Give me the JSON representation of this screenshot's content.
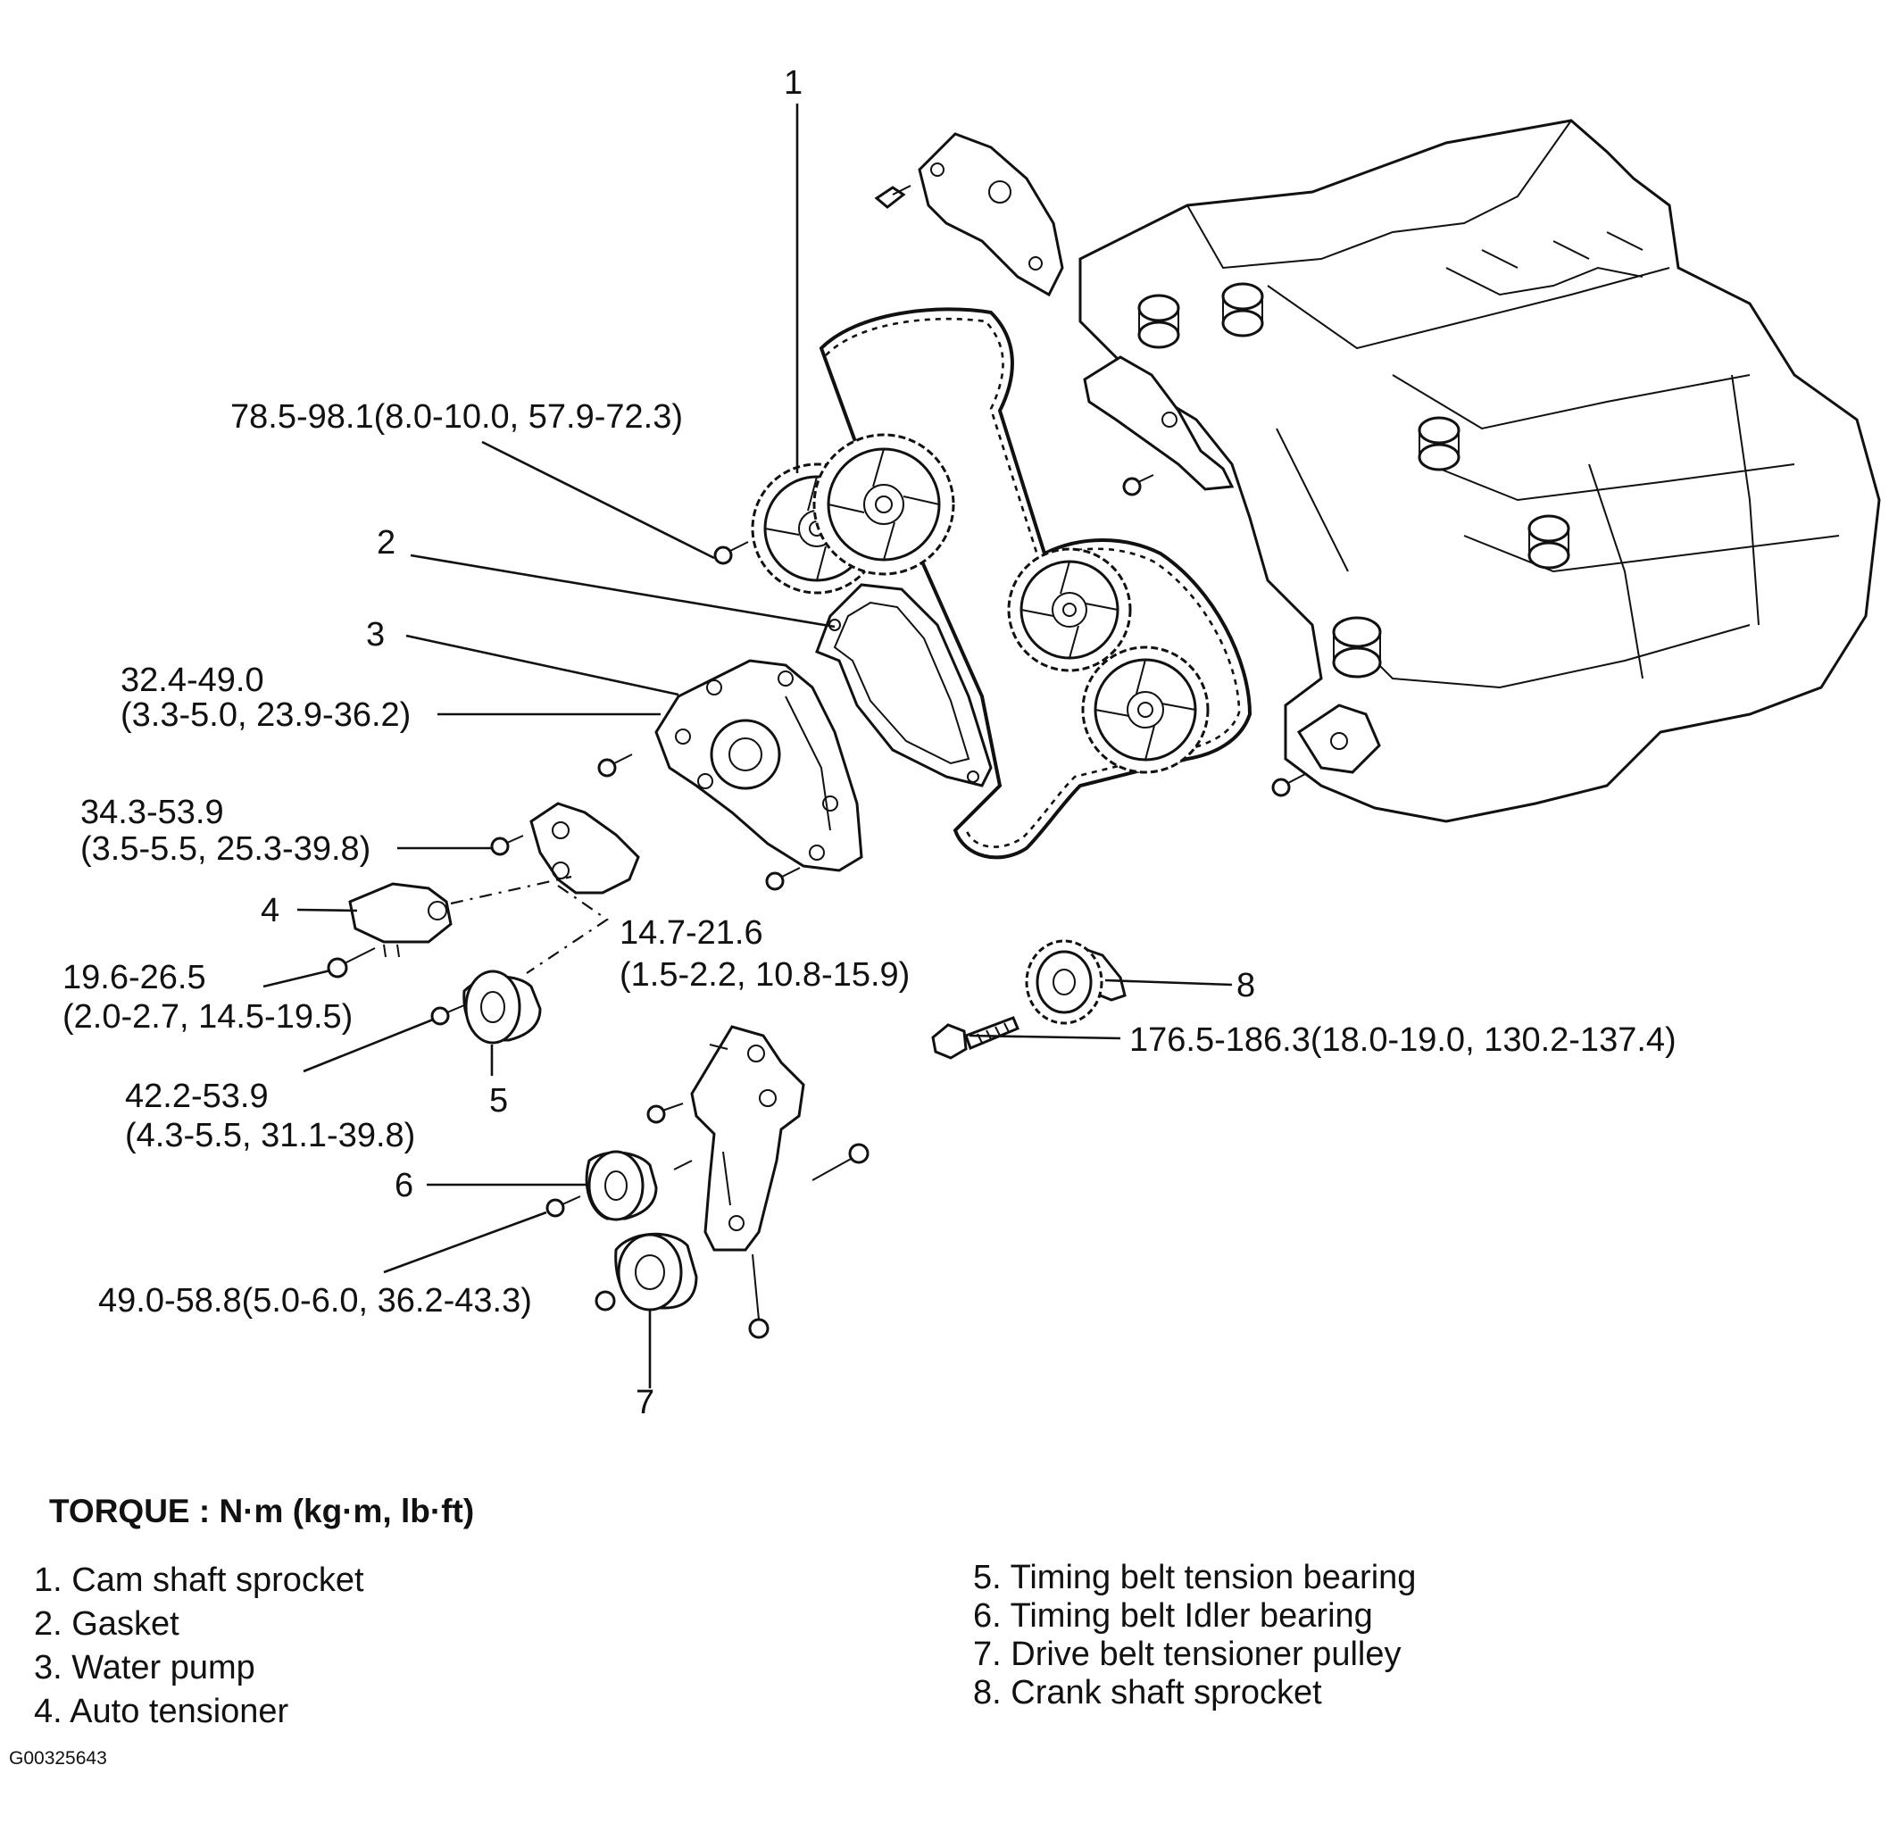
{
  "callouts": {
    "n1": "1",
    "n2": "2",
    "n3": "3",
    "n4": "4",
    "n5": "5",
    "n6": "6",
    "n7": "7",
    "n8": "8"
  },
  "torques": {
    "cam_bolt": "78.5-98.1(8.0-10.0, 57.9-72.3)",
    "water_pump_line1": "32.4-49.0",
    "water_pump_line2": "(3.3-5.0, 23.9-36.2)",
    "bracket_line1": "34.3-53.9",
    "bracket_line2": "(3.5-5.5, 25.3-39.8)",
    "auto_tensioner_line1": "14.7-21.6",
    "auto_tensioner_line2": "(1.5-2.2, 10.8-15.9)",
    "tensioner_bolt_line1": "19.6-26.5",
    "tensioner_bolt_line2": "(2.0-2.7, 14.5-19.5)",
    "tension_bearing_line1": "42.2-53.9",
    "tension_bearing_line2": "(4.3-5.5, 31.1-39.8)",
    "crank_bolt": "176.5-186.3(18.0-19.0, 130.2-137.4)",
    "idler_bolt": "49.0-58.8(5.0-6.0, 36.2-43.3)"
  },
  "torque_heading": "TORQUE : N·m (kg·m, lb·ft)",
  "legend_left": [
    "1. Cam shaft sprocket",
    "2. Gasket",
    "3. Water pump",
    "4. Auto tensioner"
  ],
  "legend_right": [
    "5. Timing belt tension bearing",
    "6. Timing belt Idler bearing",
    "7. Drive belt tensioner pulley",
    "8. Crank shaft sprocket"
  ],
  "figure_id": "G00325643"
}
